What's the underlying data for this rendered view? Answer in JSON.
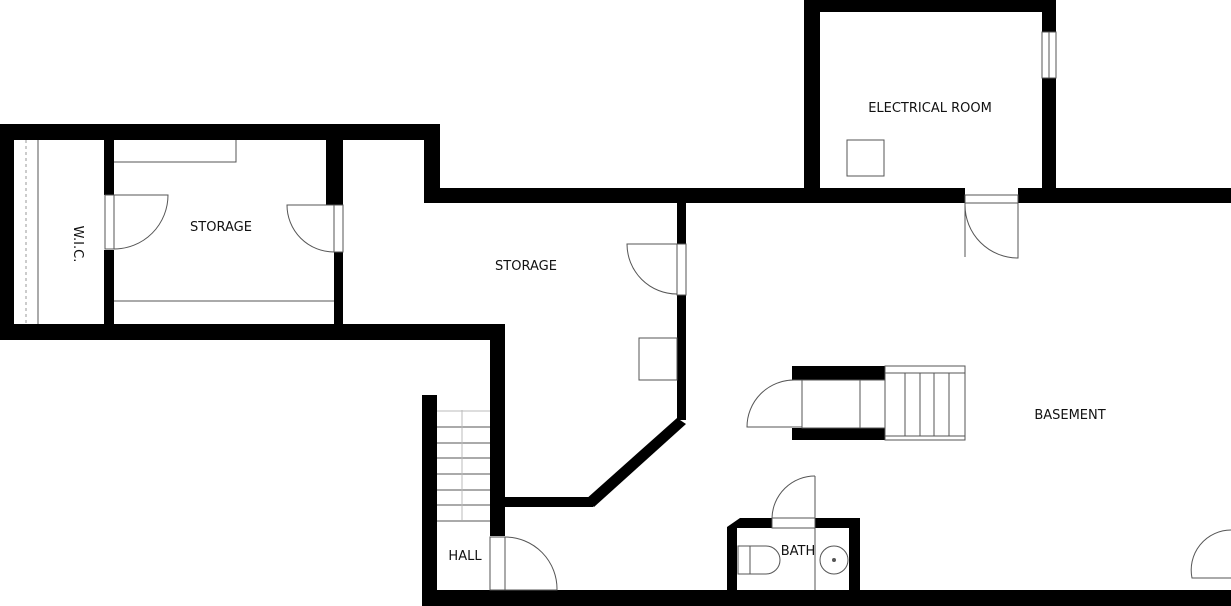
{
  "floor_plan": {
    "wall_color": "#000000",
    "rooms": [
      {
        "id": "electrical",
        "label": "ELECTRICAL ROOM"
      },
      {
        "id": "storage-left",
        "label": "STORAGE"
      },
      {
        "id": "storage-center",
        "label": "STORAGE"
      },
      {
        "id": "wic",
        "label": "W.I.C."
      },
      {
        "id": "basement",
        "label": "BASEMENT"
      },
      {
        "id": "bath",
        "label": "BATH"
      },
      {
        "id": "hall",
        "label": "HALL"
      }
    ]
  }
}
